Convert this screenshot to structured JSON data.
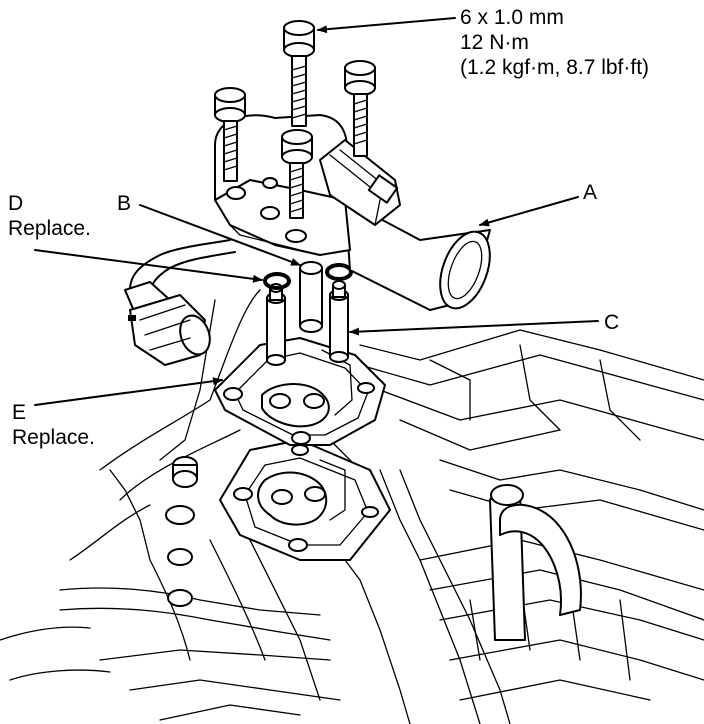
{
  "spec": {
    "size": "6 x 1.0 mm",
    "torque_nm": "12 N·m",
    "torque_alt": "(1.2 kgf·m, 8.7 lbf·ft)"
  },
  "labels": {
    "a": "A",
    "b": "B",
    "c": "C",
    "d": "D",
    "d_note": "Replace.",
    "e": "E",
    "e_note": "Replace."
  }
}
